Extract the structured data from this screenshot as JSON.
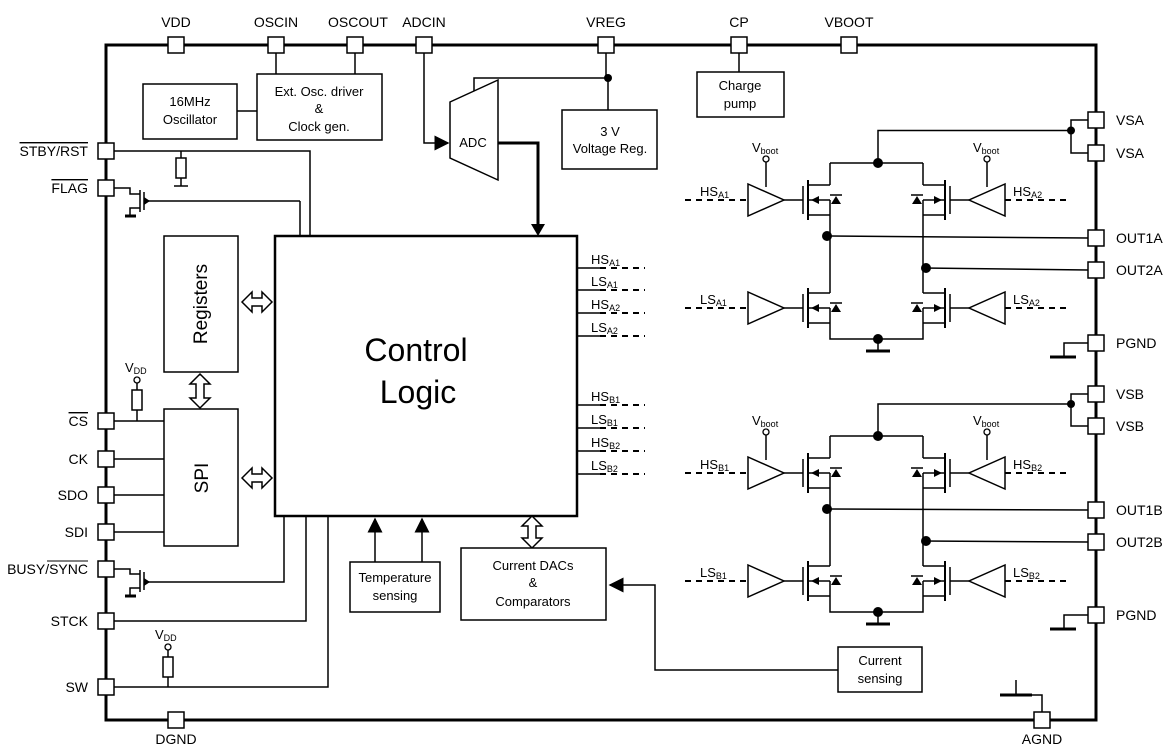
{
  "pins_top": {
    "vdd": "VDD",
    "oscin": "OSCIN",
    "oscout": "OSCOUT",
    "adcin": "ADCIN",
    "vreg": "VREG",
    "cp": "CP",
    "vboot": "VBOOT"
  },
  "pins_left": {
    "stby_rst": "STBY/RST",
    "flag": "FLAG",
    "cs": "CS",
    "ck": "CK",
    "sdo": "SDO",
    "sdi": "SDI",
    "busy_sync": "BUSY/SYNC",
    "stck": "STCK",
    "sw": "SW"
  },
  "pins_right": {
    "vsa1": "VSA",
    "vsa2": "VSA",
    "out1a": "OUT1A",
    "out2a": "OUT2A",
    "pgnd_a": "PGND",
    "vsb1": "VSB",
    "vsb2": "VSB",
    "out1b": "OUT1B",
    "out2b": "OUT2B",
    "pgnd_b": "PGND"
  },
  "pins_bottom": {
    "dgnd": "DGND",
    "agnd": "AGND"
  },
  "blocks": {
    "osc_16mhz": [
      "16MHz",
      "Oscillator"
    ],
    "ext_osc": [
      "Ext. Osc. driver",
      "&",
      "Clock gen."
    ],
    "adc": "ADC",
    "vreg_3v": [
      "3 V",
      "Voltage Reg."
    ],
    "charge_pump": [
      "Charge",
      "pump"
    ],
    "registers": "Registers",
    "spi": "SPI",
    "control_logic": [
      "Control",
      "Logic"
    ],
    "temperature": [
      "Temperature",
      "sensing"
    ],
    "current_dacs": [
      "Current DACs",
      "&",
      "Comparators"
    ],
    "current_sensing": [
      "Current",
      "sensing"
    ]
  },
  "vdd_labels": {
    "main": "V",
    "sub": "DD"
  },
  "vboot_labels": {
    "main": "V",
    "sub": "boot"
  },
  "control_outputs": [
    {
      "main": "HS",
      "sub": "A1"
    },
    {
      "main": "LS",
      "sub": "A1"
    },
    {
      "main": "HS",
      "sub": "A2"
    },
    {
      "main": "LS",
      "sub": "A2"
    },
    {
      "main": "HS",
      "sub": "B1"
    },
    {
      "main": "LS",
      "sub": "B1"
    },
    {
      "main": "HS",
      "sub": "B2"
    },
    {
      "main": "LS",
      "sub": "B2"
    }
  ],
  "bridge_a": {
    "hs1": {
      "main": "HS",
      "sub": "A1"
    },
    "hs2": {
      "main": "HS",
      "sub": "A2"
    },
    "ls1": {
      "main": "LS",
      "sub": "A1"
    },
    "ls2": {
      "main": "LS",
      "sub": "A2"
    }
  },
  "bridge_b": {
    "hs1": {
      "main": "HS",
      "sub": "B1"
    },
    "hs2": {
      "main": "HS",
      "sub": "B2"
    },
    "ls1": {
      "main": "LS",
      "sub": "B1"
    },
    "ls2": {
      "main": "LS",
      "sub": "B2"
    }
  }
}
